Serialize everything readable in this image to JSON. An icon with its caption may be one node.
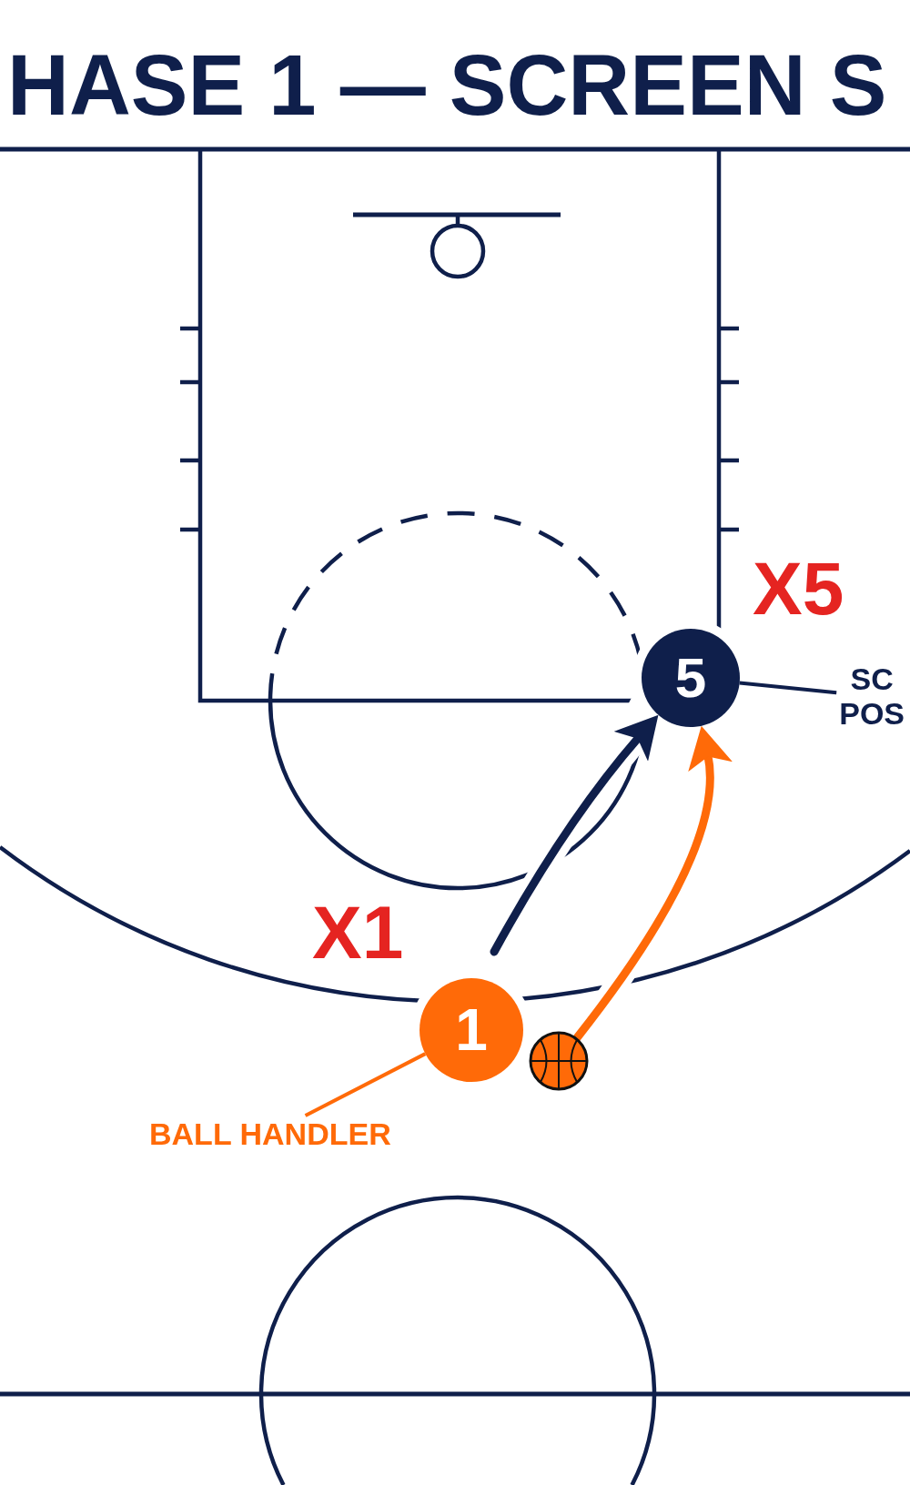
{
  "diagram": {
    "title": "HASE 1 — SCREEN S",
    "nodes": [
      {
        "text": [
          "5"
        ]
      },
      {
        "text": [
          "SC POS"
        ]
      },
      {
        "text": [
          "1"
        ]
      },
      {
        "text": [],
        "shape": "picture"
      },
      {
        "text": [
          "BALL HANDLER"
        ]
      }
    ],
    "edges": [
      {
        "from": 1,
        "to": 0,
        "arrow": "none"
      },
      {
        "from": null,
        "to": 0,
        "arrow": "to",
        "style": "thick"
      },
      {
        "from": 3,
        "to": 0,
        "arrow": "to",
        "style": "thick",
        "color": "#ff6a08"
      },
      {
        "from": 4,
        "to": 2,
        "arrow": "none",
        "color": "#ff6a08"
      }
    ],
    "labels": [
      "X5",
      "X1"
    ]
  }
}
